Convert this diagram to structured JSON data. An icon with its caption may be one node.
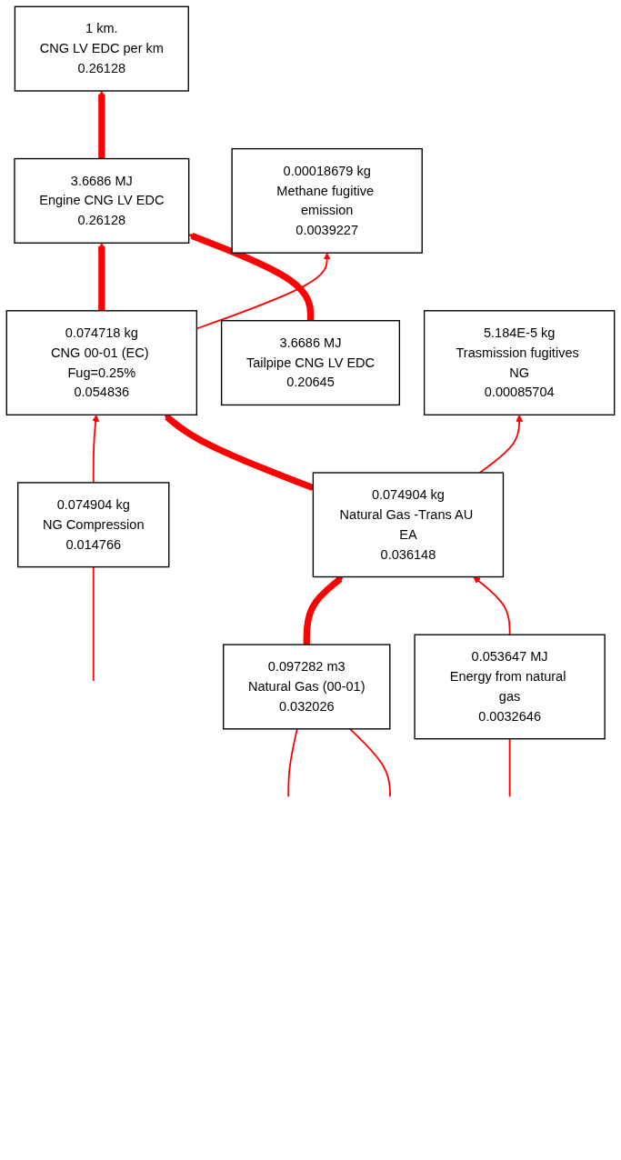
{
  "diagram": {
    "nodes": [
      {
        "text": [
          "1 km.",
          "CNG LV EDC per km",
          "0.26128"
        ]
      },
      {
        "text": [
          "3.6686 MJ",
          "Engine CNG LV EDC",
          "0.26128"
        ]
      },
      {
        "text": [
          "0.074718 kg",
          "CNG 00-01 (EC) Fug=0.25%",
          "0.054836"
        ]
      },
      {
        "text": [
          "3.6686 MJ",
          "Tailpipe CNG LV EDC",
          "0.20645"
        ]
      },
      {
        "text": [
          "0.074904 kg",
          "NG Compression",
          "0.014766"
        ]
      },
      {
        "text": [
          "0.074904 kg",
          "Natural Gas -Trans AU EA",
          "0.036148"
        ]
      },
      {
        "text": [
          "0.00018679 kg",
          "Methane fugitive emission",
          "0.0039227"
        ]
      },
      {
        "text": [
          "0.097282 m3",
          "Natural Gas (00-01)",
          "0.032026"
        ]
      },
      {
        "text": [
          "0.053647 MJ",
          "Energy from natural gas",
          "0.0032646"
        ]
      },
      {
        "text": [
          "5.184E-5 kg",
          "Trasmission fugitives NG",
          "0.00085704"
        ]
      }
    ],
    "edges": [
      {
        "from": 1,
        "to": 0,
        "arrow": "to",
        "style": "thick"
      },
      {
        "from": 2,
        "to": 1,
        "arrow": "to",
        "style": "thick"
      },
      {
        "from": 3,
        "to": 1,
        "arrow": "to",
        "style": "thick"
      },
      {
        "from": 4,
        "to": 2,
        "arrow": "to"
      },
      {
        "from": 5,
        "to": 2,
        "arrow": "to",
        "style": "thick"
      },
      {
        "from": 2,
        "to": 6,
        "arrow": "to"
      },
      {
        "from": 7,
        "to": 5,
        "arrow": "to",
        "style": "thick"
      },
      {
        "from": 8,
        "to": 5,
        "arrow": "to"
      },
      {
        "from": 5,
        "to": 9,
        "arrow": "to"
      },
      {
        "from": null,
        "to": 4,
        "arrow": "none"
      },
      {
        "from": null,
        "to": 7,
        "arrow": "none"
      },
      {
        "from": null,
        "to": 7,
        "arrow": "none"
      },
      {
        "from": null,
        "to": 8,
        "arrow": "none"
      }
    ]
  }
}
